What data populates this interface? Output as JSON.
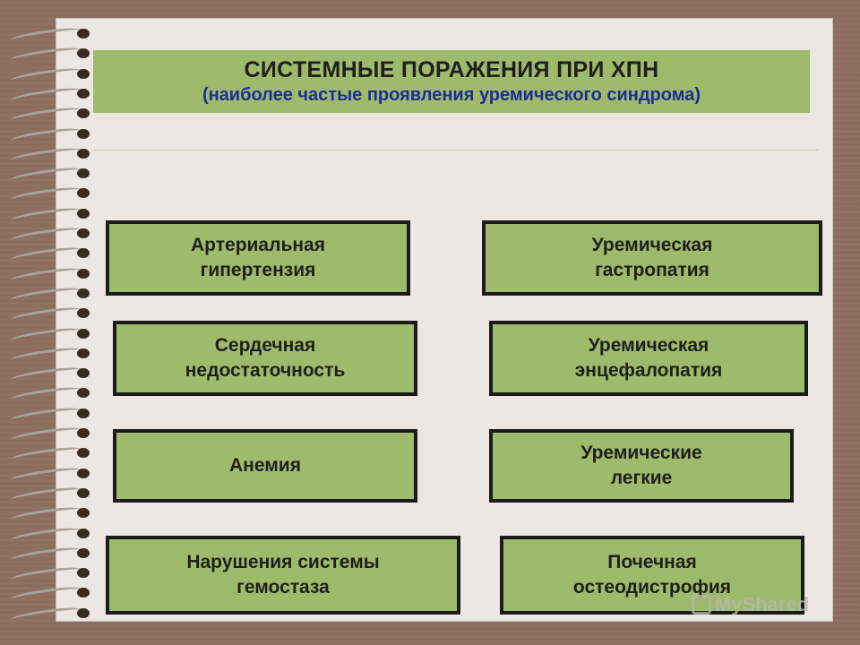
{
  "slide": {
    "title": "СИСТЕМНЫЕ ПОРАЖЕНИЯ ПРИ ХПН",
    "subtitle": "(наиболее частые проявления уремического синдрома)"
  },
  "items": {
    "left": [
      "Артериальная\nгипертензия",
      "Сердечная\nнедостаточность",
      "Анемия",
      "Нарушения системы\nгемостаза"
    ],
    "right": [
      "Уремическая\nгастропатия",
      "Уремическая\nэнцефалопатия",
      "Уремические\nлегкие",
      "Почечная\nостеодистрофия"
    ]
  },
  "watermark": {
    "text": "MyShared"
  },
  "colors": {
    "box_fill": "#9dbb6a",
    "box_border": "#1b1b1b",
    "title_text": "#1f1f1f",
    "subtitle_text": "#1e2a9c",
    "paper": "#ece7e2"
  }
}
